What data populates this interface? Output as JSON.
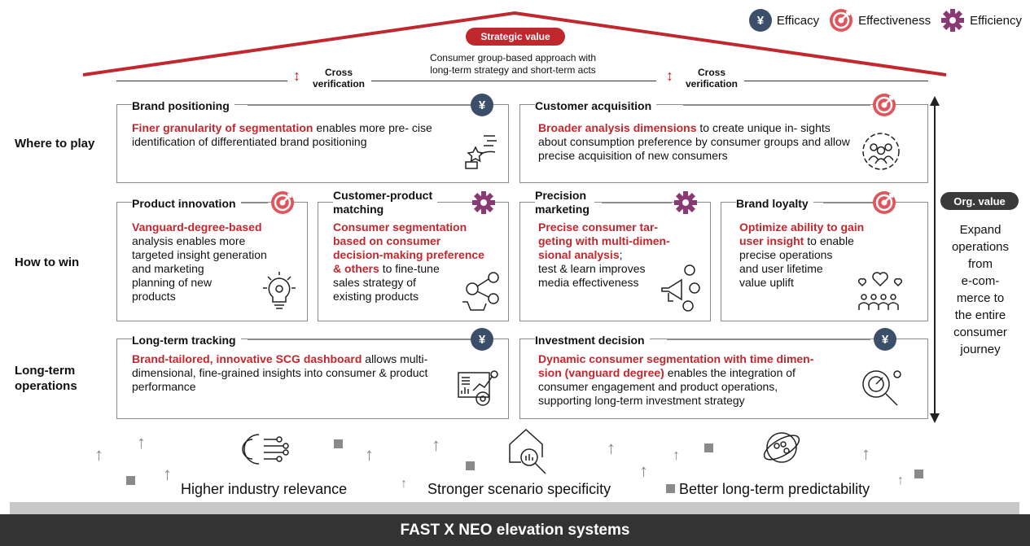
{
  "legend": {
    "efficacy": {
      "label": "Efficacy",
      "icon": "yen-icon",
      "color": "#3b4f6b"
    },
    "effectiveness": {
      "label": "Effectiveness",
      "icon": "target-icon",
      "color": "#e0545c"
    },
    "efficiency": {
      "label": "Efficiency",
      "icon": "gear-icon",
      "color": "#8a3a72"
    }
  },
  "roof": {
    "badge": "Strategic value",
    "text_lines": [
      "Consumer group-based approach with",
      "long-term strategy and short-term acts"
    ],
    "cross_left": [
      "Cross",
      "verification"
    ],
    "cross_right": [
      "Cross",
      "verification"
    ]
  },
  "rows": {
    "where": "Where to play",
    "how": "How to win",
    "long": [
      "Long-term",
      "operations"
    ]
  },
  "boxes": {
    "brand_positioning": {
      "title": "Brand positioning",
      "highlight": "Finer granularity of segmentation",
      "body_lines": [
        "enables more pre-",
        "cise identification of differentiated brand positioning"
      ],
      "icon": "yen-icon"
    },
    "customer_acquisition": {
      "title": "Customer acquisition",
      "highlight": "Broader analysis dimensions",
      "body_lines": [
        "to create unique in-",
        "sights about consumption preference by consumer",
        "groups and allow precise acquisition of new consumers"
      ],
      "icon": "target-icon"
    },
    "product_innovation": {
      "title": "Product innovation",
      "highlight": "Vanguard-degree-based",
      "body_lines": [
        "analysis enables more",
        "targeted insight generation",
        "and marketing",
        "planning of new",
        "products"
      ],
      "icon": "target-icon"
    },
    "customer_product_matching": {
      "title_lines": [
        "Customer-product",
        "matching"
      ],
      "highlight_lines": [
        "Consumer segmentation",
        "based on consumer",
        "decision-making preference",
        "& others"
      ],
      "body_lines": [
        "to fine-tune",
        "sales strategy of",
        "existing products"
      ],
      "icon": "gear-icon"
    },
    "precision_marketing": {
      "title_lines": [
        "Precision",
        "marketing"
      ],
      "highlight_lines": [
        "Precise consumer tar-",
        "geting with multi-dimen-",
        "sional analysis"
      ],
      "body_lines": [
        ";",
        "test & learn improves",
        "media effectiveness"
      ],
      "icon": "gear-icon"
    },
    "brand_loyalty": {
      "title": "Brand loyalty",
      "highlight_lines": [
        "Optimize ability to gain",
        "user insight"
      ],
      "body_lines": [
        "to enable",
        "precise operations",
        "and user lifetime",
        "value uplift"
      ],
      "icon": "target-icon"
    },
    "long_term_tracking": {
      "title": "Long-term tracking",
      "highlight": "Brand-tailored, innovative SCG dashboard",
      "body_lines": [
        "allows",
        "multi-dimensional, fine-grained insights into consumer",
        "& product performance"
      ],
      "icon": "yen-icon"
    },
    "investment_decision": {
      "title": "Investment decision",
      "highlight_lines": [
        "Dynamic consumer segmentation with time dimen-",
        "sion (vanguard degree)"
      ],
      "body_lines": [
        "enables the integration of",
        "consumer engagement and product operations,",
        "supporting long-term investment strategy"
      ],
      "icon": "yen-icon"
    }
  },
  "org": {
    "badge": "Org. value",
    "text_lines": [
      "Expand",
      "operations",
      "from",
      "e-com-",
      "merce to",
      "the entire",
      "consumer",
      "journey"
    ]
  },
  "foundation": {
    "labels": [
      "Higher industry relevance",
      "Stronger scenario specificity",
      "Better long-term predictability"
    ],
    "base": "FAST X NEO elevation systems"
  },
  "colors": {
    "red": "#c0282e",
    "navy": "#3b4f6b",
    "coral": "#e0545c",
    "purple": "#8a3a72",
    "dark": "#333333"
  }
}
